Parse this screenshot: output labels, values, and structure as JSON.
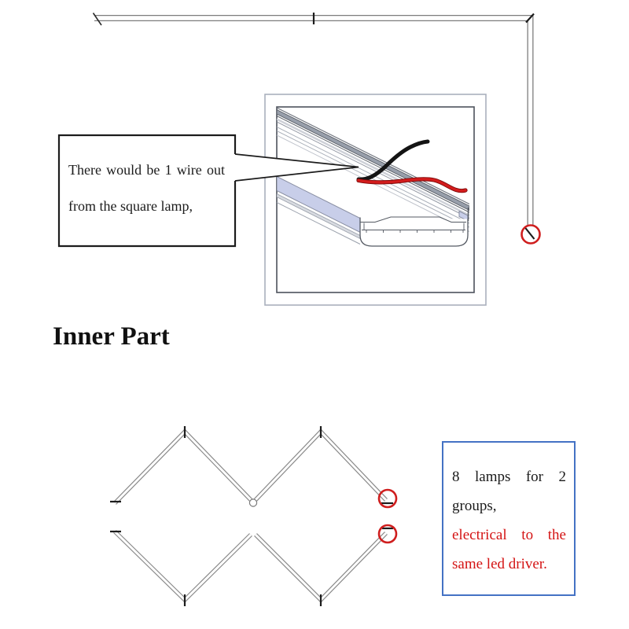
{
  "callout": {
    "line1": "There would be 1 wire out",
    "line2": "from the square lamp,"
  },
  "section_heading": "Inner Part",
  "note": {
    "line1": "8 lamps for 2",
    "line2": "groups,",
    "line3": "electrical to the",
    "line4": "same led driver."
  },
  "colors": {
    "accent-red": "#cf1e1e",
    "note-border": "#4472c4",
    "note-text-red": "#d41414",
    "line-gray": "#7d7d7d",
    "diffuser-lavender": "#c8cee9",
    "wire-black": "#141414",
    "wire-red": "#d31c1c"
  }
}
